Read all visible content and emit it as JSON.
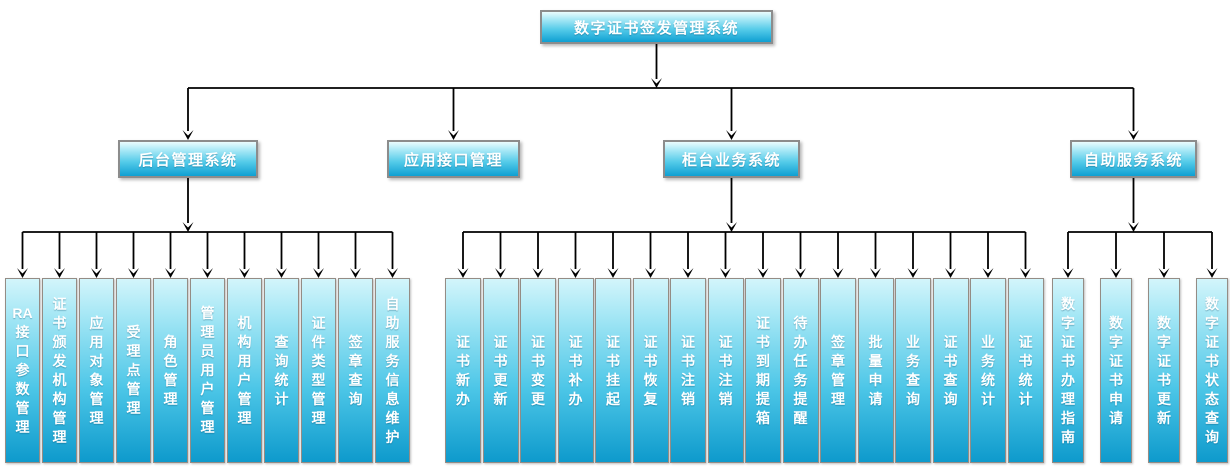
{
  "title": "数字证书签发管理系统",
  "colors": {
    "node_gradient_top": "#d3f5fb",
    "node_gradient_bottom": "#0f9fd2",
    "node_border": "#8c8c8c",
    "leaf_border": "#948c85",
    "connector_line": "#000000",
    "node_text": "#ffffff",
    "background": "#ffffff"
  },
  "root": {
    "label": "数字证书签发管理系统"
  },
  "branches": [
    {
      "label": "后台管理系统",
      "children": [
        "RA接口参数管理",
        "证书颁发机构管理",
        "应用对象管理",
        "受理点管理",
        "角色管理",
        "管理员用户管理",
        "机构用户管理",
        "查询统计",
        "证件类型管理",
        "签章查询",
        "自助服务信息维护"
      ]
    },
    {
      "label": "应用接口管理",
      "children": []
    },
    {
      "label": "柜台业务系统",
      "children": [
        "证书新办",
        "证书更新",
        "证书变更",
        "证书补办",
        "证书挂起",
        "证书恢复",
        "证书注销",
        "证书注销",
        "证书到期提箱",
        "待办任务提醒",
        "签章管理",
        "批量申请",
        "业务查询",
        "证书查询",
        "业务统计",
        "证书统计"
      ]
    },
    {
      "label": "自助服务系统",
      "children": [
        "数字证书办理指南",
        "数字证书申请",
        "数字证书更新",
        "数字证书状态查询"
      ]
    }
  ]
}
